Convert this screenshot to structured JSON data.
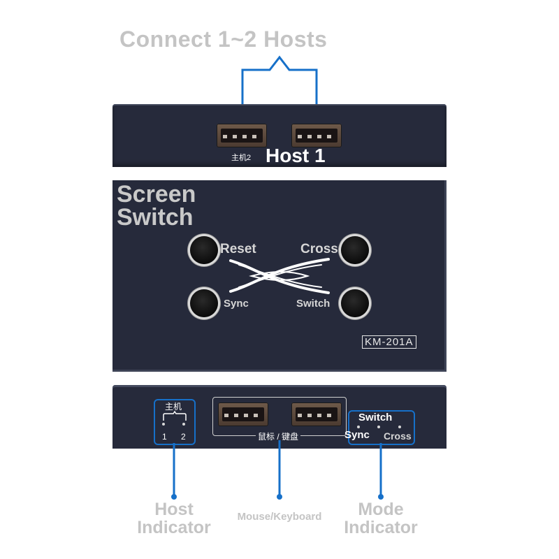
{
  "headline": "Connect 1~2 Hosts",
  "top_panel": {
    "host2_label": "主机2",
    "host1_label": "Host 1"
  },
  "middle_panel": {
    "title_line1": "Screen",
    "title_line2": "Switch",
    "buttons": {
      "reset": "Reset",
      "cross": "Cross",
      "sync": "Sync",
      "switch": "Switch"
    },
    "model": "KM-201A"
  },
  "bottom_panel": {
    "host_indicator_title": "主机",
    "host_indicator_1": "1",
    "host_indicator_2": "2",
    "mouse_keyboard_label": "鼠标 / 键盘",
    "mode_switch": "Switch",
    "mode_sync": "Sync",
    "mode_cross": "Cross"
  },
  "callouts": {
    "host_indicator_line1": "Host",
    "host_indicator_line2": "Indicator",
    "mouse_keyboard": "Mouse/Keyboard",
    "mode_indicator_line1": "Mode",
    "mode_indicator_line2": "Indicator"
  },
  "colors": {
    "panel": "#262a3b",
    "accent_blue": "#1670c9",
    "callout_gray": "#c4c4c4"
  }
}
